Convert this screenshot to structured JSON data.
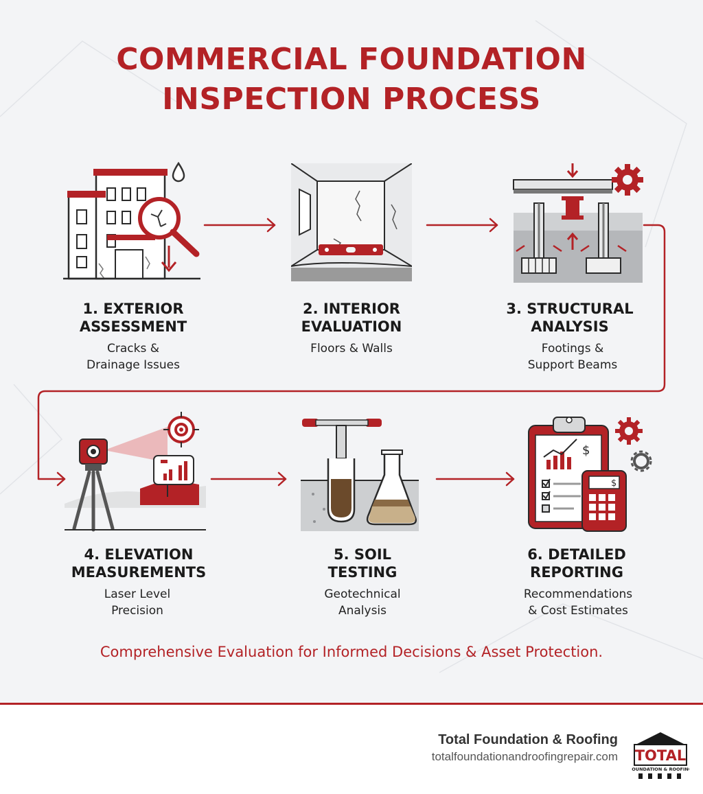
{
  "title_line1": "COMMERCIAL FOUNDATION",
  "title_line2": "INSPECTION PROCESS",
  "steps": [
    {
      "title_l1": "1. EXTERIOR",
      "title_l2": "ASSESSMENT",
      "desc_l1": "Cracks &",
      "desc_l2": "Drainage Issues",
      "icon": "building-inspection-icon"
    },
    {
      "title_l1": "2. INTERIOR",
      "title_l2": "EVALUATION",
      "desc_l1": "Floors & Walls",
      "desc_l2": "",
      "icon": "room-level-icon"
    },
    {
      "title_l1": "3. STRUCTURAL",
      "title_l2": "ANALYSIS",
      "desc_l1": "Footings &",
      "desc_l2": "Support Beams",
      "icon": "beam-footing-icon"
    },
    {
      "title_l1": "4. ELEVATION",
      "title_l2": "MEASUREMENTS",
      "desc_l1": "Laser Level",
      "desc_l2": "Precision",
      "icon": "laser-level-icon"
    },
    {
      "title_l1": "5. SOIL",
      "title_l2": "TESTING",
      "desc_l1": "Geotechnical",
      "desc_l2": "Analysis",
      "icon": "soil-sample-icon"
    },
    {
      "title_l1": "6. DETAILED",
      "title_l2": "REPORTING",
      "desc_l1": "Recommendations",
      "desc_l2": "& Cost Estimates",
      "icon": "report-calculator-icon"
    }
  ],
  "tagline": "Comprehensive Evaluation for Informed Decisions & Asset Protection.",
  "footer": {
    "company": "Total Foundation & Roofing",
    "url": "totalfoundationandroofingrepair.com",
    "logo_word": "TOTAL",
    "logo_sub": "FOUNDATION & ROOFING"
  },
  "colors": {
    "accent": "#b32226",
    "text": "#1a1a1a",
    "background": "#f3f4f6"
  }
}
